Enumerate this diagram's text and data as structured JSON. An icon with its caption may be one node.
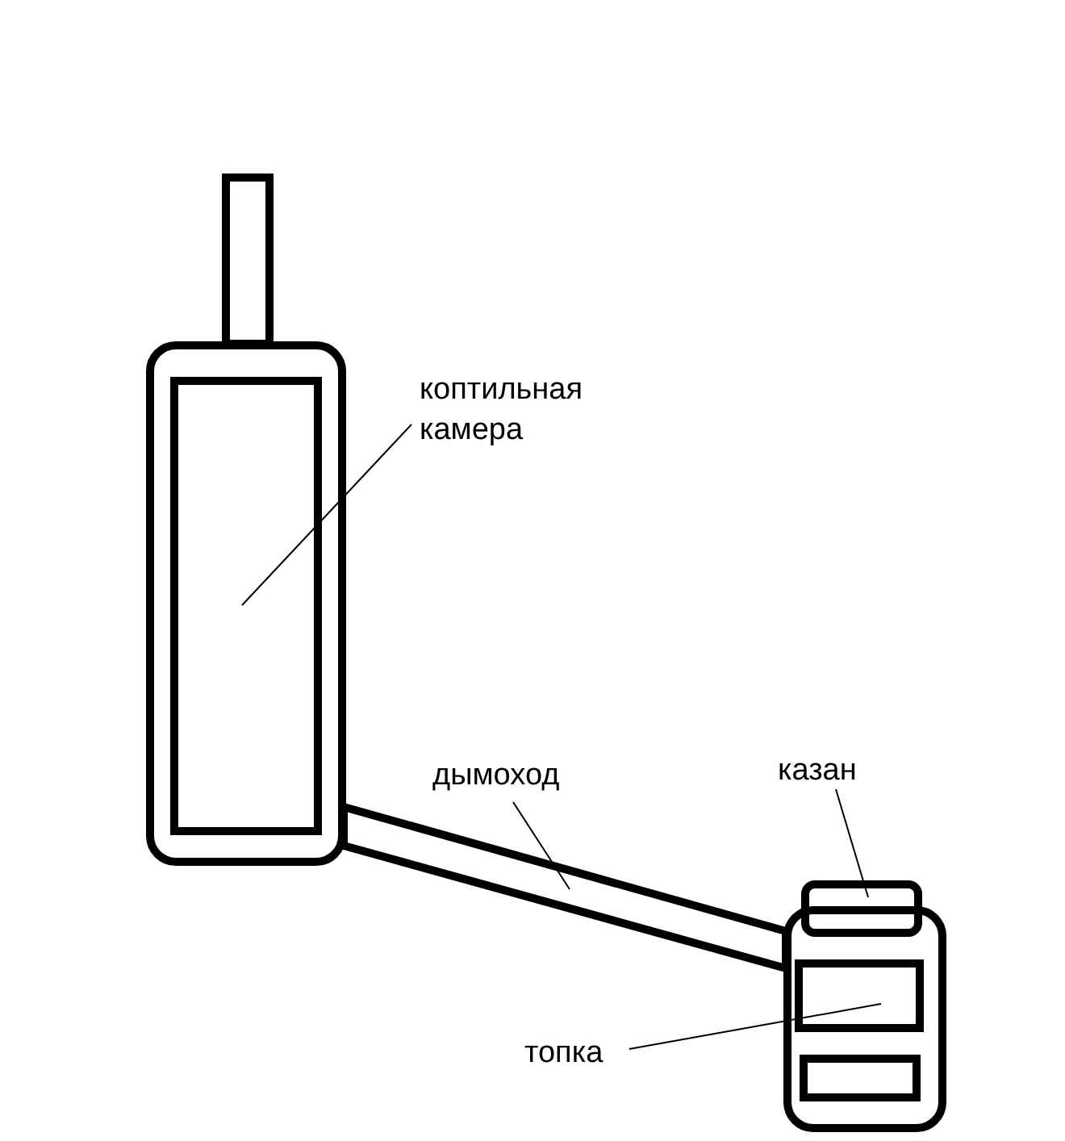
{
  "diagram": {
    "nodes": [
      {
        "text": [
          "коптильная камера"
        ]
      },
      {
        "text": [],
        "shape": "box"
      },
      {
        "text": [
          "дымоход"
        ]
      },
      {
        "text": [],
        "shape": "bar"
      },
      {
        "text": [
          "казан"
        ]
      },
      {
        "text": [],
        "shape": "box"
      },
      {
        "text": [
          "топка"
        ]
      },
      {
        "text": [],
        "shape": "box"
      }
    ],
    "edges": [
      {
        "from": 0,
        "to": 1,
        "arrow": "none"
      },
      {
        "from": 2,
        "to": 3,
        "arrow": "none"
      },
      {
        "from": 4,
        "to": 5,
        "arrow": "none"
      },
      {
        "from": 6,
        "to": 7,
        "arrow": "none"
      }
    ]
  }
}
